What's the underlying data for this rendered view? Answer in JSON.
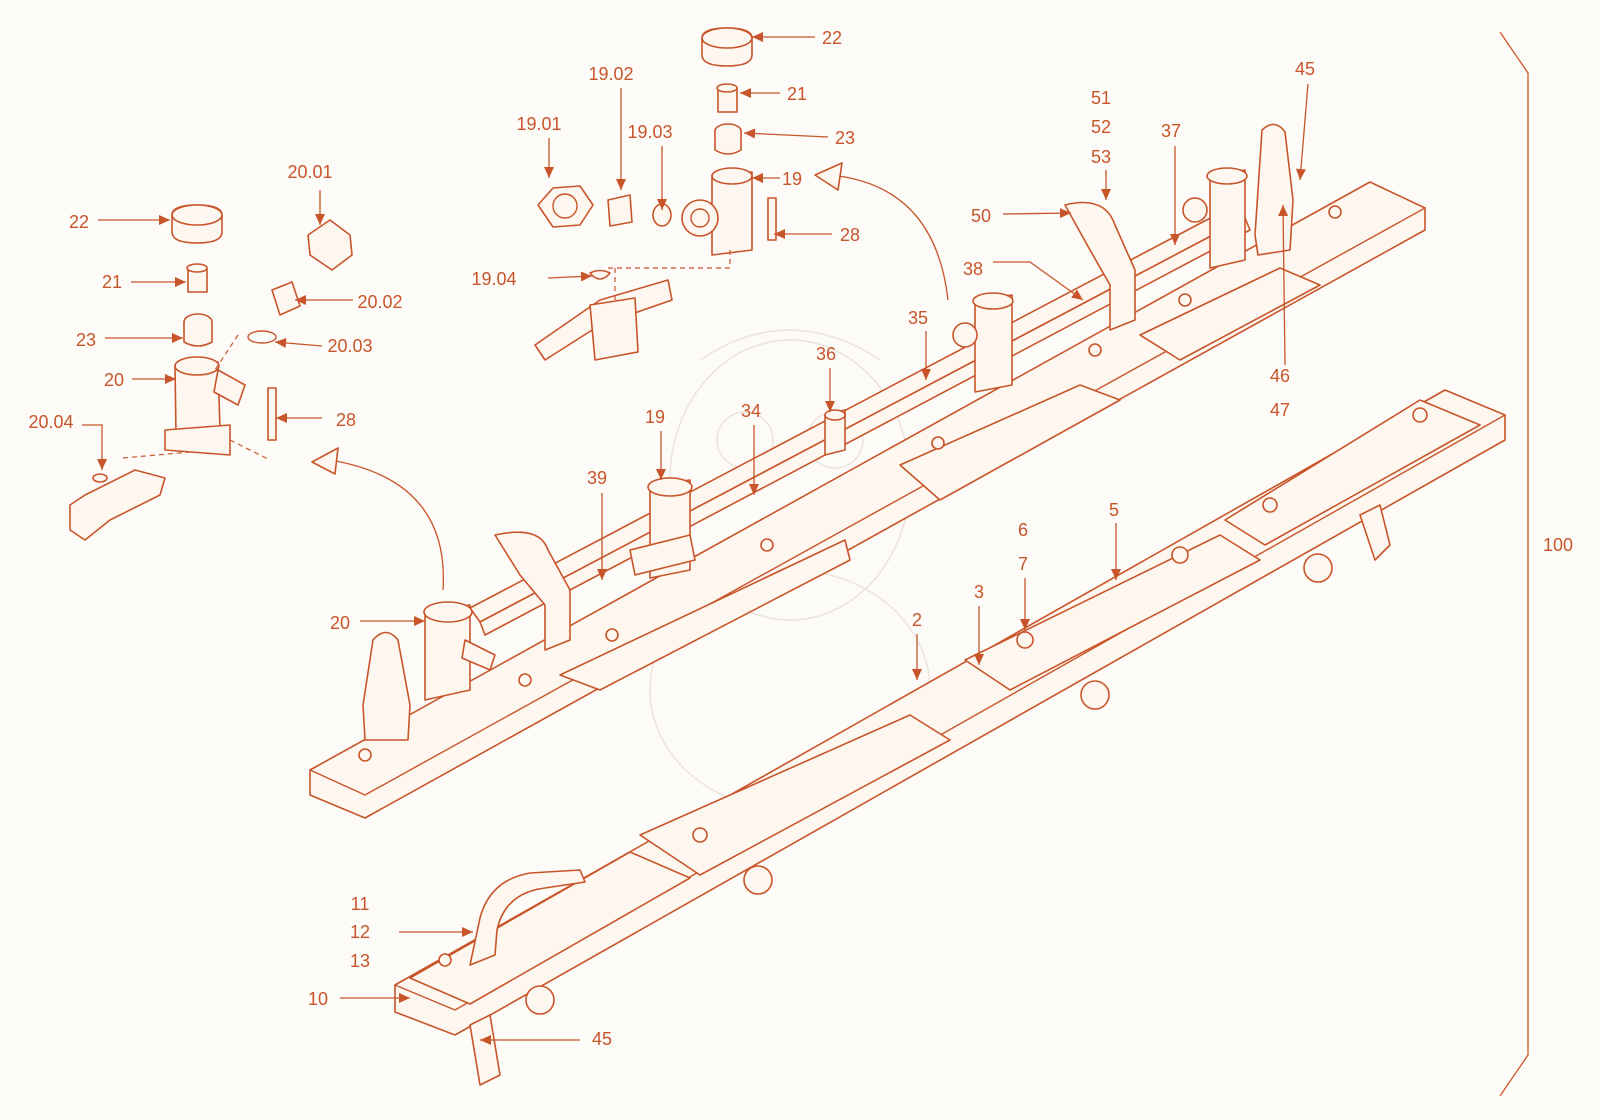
{
  "colors": {
    "line": "#c8552a",
    "label": "#c8552a",
    "background": "#fdfbf8",
    "fill": "#fdf7f0"
  },
  "labels": [
    {
      "id": "22a",
      "text": "22"
    },
    {
      "id": "21a",
      "text": "21"
    },
    {
      "id": "19.02",
      "text": "19.02"
    },
    {
      "id": "19.01",
      "text": "19.01"
    },
    {
      "id": "19.03",
      "text": "19.03"
    },
    {
      "id": "23a",
      "text": "23"
    },
    {
      "id": "19a",
      "text": "19"
    },
    {
      "id": "28a",
      "text": "28"
    },
    {
      "id": "19.04",
      "text": "19.04"
    },
    {
      "id": "20.01",
      "text": "20.01"
    },
    {
      "id": "22b",
      "text": "22"
    },
    {
      "id": "21b",
      "text": "21"
    },
    {
      "id": "20.02",
      "text": "20.02"
    },
    {
      "id": "23b",
      "text": "23"
    },
    {
      "id": "20.03",
      "text": "20.03"
    },
    {
      "id": "20a",
      "text": "20"
    },
    {
      "id": "28b",
      "text": "28"
    },
    {
      "id": "20.04",
      "text": "20.04"
    },
    {
      "id": "45a",
      "text": "45"
    },
    {
      "id": "51",
      "text": "51"
    },
    {
      "id": "52",
      "text": "52"
    },
    {
      "id": "53",
      "text": "53"
    },
    {
      "id": "37",
      "text": "37"
    },
    {
      "id": "50",
      "text": "50"
    },
    {
      "id": "38",
      "text": "38"
    },
    {
      "id": "35",
      "text": "35"
    },
    {
      "id": "36",
      "text": "36"
    },
    {
      "id": "46",
      "text": "46"
    },
    {
      "id": "47",
      "text": "47"
    },
    {
      "id": "19b",
      "text": "19"
    },
    {
      "id": "34",
      "text": "34"
    },
    {
      "id": "39",
      "text": "39"
    },
    {
      "id": "6",
      "text": "6"
    },
    {
      "id": "5",
      "text": "5"
    },
    {
      "id": "7",
      "text": "7"
    },
    {
      "id": "100",
      "text": "100"
    },
    {
      "id": "3",
      "text": "3"
    },
    {
      "id": "2",
      "text": "2"
    },
    {
      "id": "20b",
      "text": "20"
    },
    {
      "id": "11",
      "text": "11"
    },
    {
      "id": "12",
      "text": "12"
    },
    {
      "id": "13",
      "text": "13"
    },
    {
      "id": "10",
      "text": "10"
    },
    {
      "id": "45b",
      "text": "45"
    }
  ]
}
